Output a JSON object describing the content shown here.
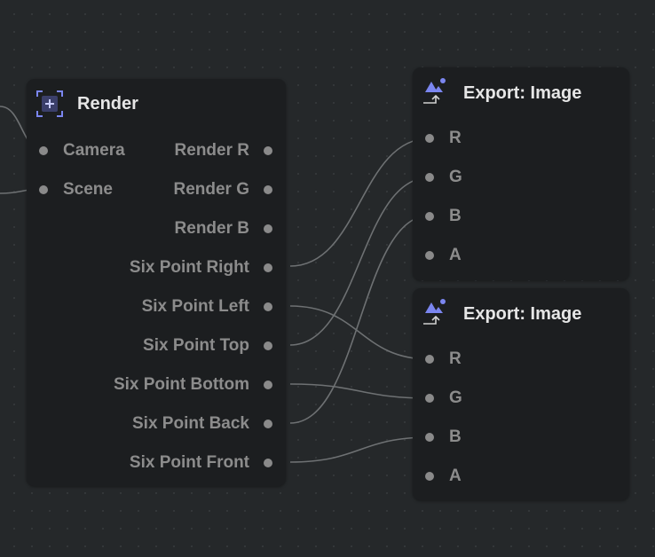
{
  "render_node": {
    "title": "Render",
    "inputs": [
      "Camera",
      "Scene"
    ],
    "outputs": [
      "Render R",
      "Render G",
      "Render B",
      "Six Point Right",
      "Six Point Left",
      "Six Point Top",
      "Six Point Bottom",
      "Six Point Back",
      "Six Point Front"
    ]
  },
  "export_nodes": [
    {
      "title": "Export: Image",
      "inputs": [
        "R",
        "G",
        "B",
        "A"
      ]
    },
    {
      "title": "Export: Image",
      "inputs": [
        "R",
        "G",
        "B",
        "A"
      ]
    }
  ],
  "colors": {
    "accent": "#7b86f0",
    "background": "#25282a",
    "node": "#1c1e20"
  }
}
